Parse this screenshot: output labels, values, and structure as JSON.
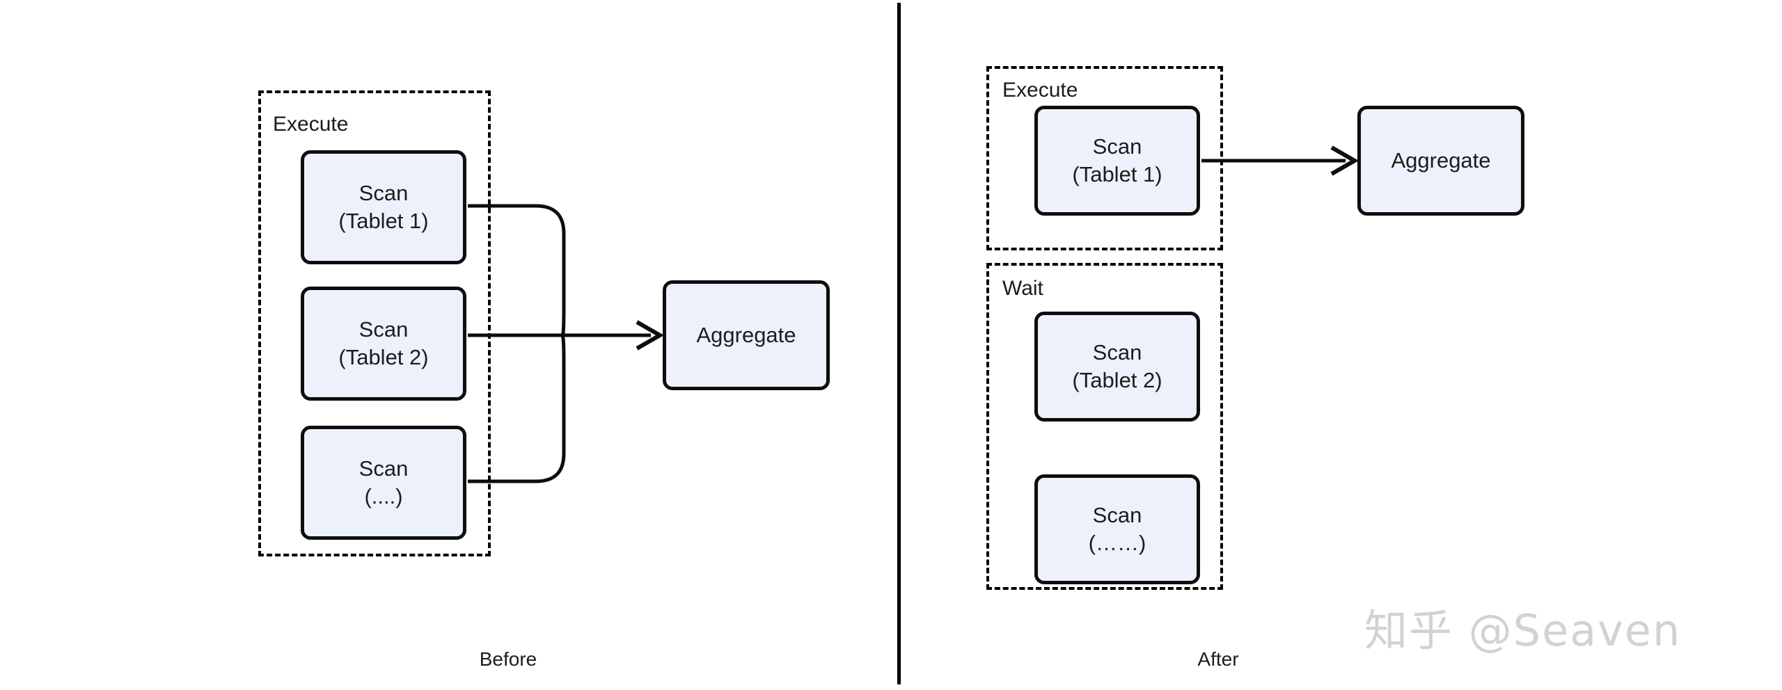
{
  "diagram": {
    "title_left": "Before",
    "title_right": "After",
    "watermark": "知乎 @Seaven",
    "colors": {
      "node_fill": "#edf1fc",
      "node_stroke": "#0d0d0d",
      "group_stroke": "#000000",
      "text": "#1c1c1c",
      "watermark": "#d2d2d2",
      "divider": "#000000"
    },
    "left_panel": {
      "caption": "Before",
      "groups": [
        {
          "label": "Execute"
        }
      ],
      "nodes": [
        {
          "id": "scan1",
          "line1": "Scan",
          "line2": "(Tablet 1)"
        },
        {
          "id": "scan2",
          "line1": "Scan",
          "line2": "(Tablet 2)"
        },
        {
          "id": "scan3",
          "line1": "Scan",
          "line2": "(....)"
        },
        {
          "id": "agg",
          "line1": "Aggregate",
          "line2": ""
        }
      ],
      "edges": [
        {
          "from": "scan1",
          "to": "agg",
          "style": "orthogonal-merge"
        },
        {
          "from": "scan2",
          "to": "agg",
          "style": "straight"
        },
        {
          "from": "scan3",
          "to": "agg",
          "style": "orthogonal-merge"
        }
      ]
    },
    "right_panel": {
      "caption": "After",
      "groups": [
        {
          "label": "Execute"
        },
        {
          "label": "Wait"
        }
      ],
      "nodes": [
        {
          "id": "scan1",
          "line1": "Scan",
          "line2": "(Tablet 1)"
        },
        {
          "id": "scan2",
          "line1": "Scan",
          "line2": "(Tablet 2)"
        },
        {
          "id": "scan3",
          "line1": "Scan",
          "line2": "(……)"
        },
        {
          "id": "agg",
          "line1": "Aggregate",
          "line2": ""
        }
      ],
      "edges": [
        {
          "from": "scan1",
          "to": "agg",
          "style": "straight"
        }
      ]
    }
  }
}
